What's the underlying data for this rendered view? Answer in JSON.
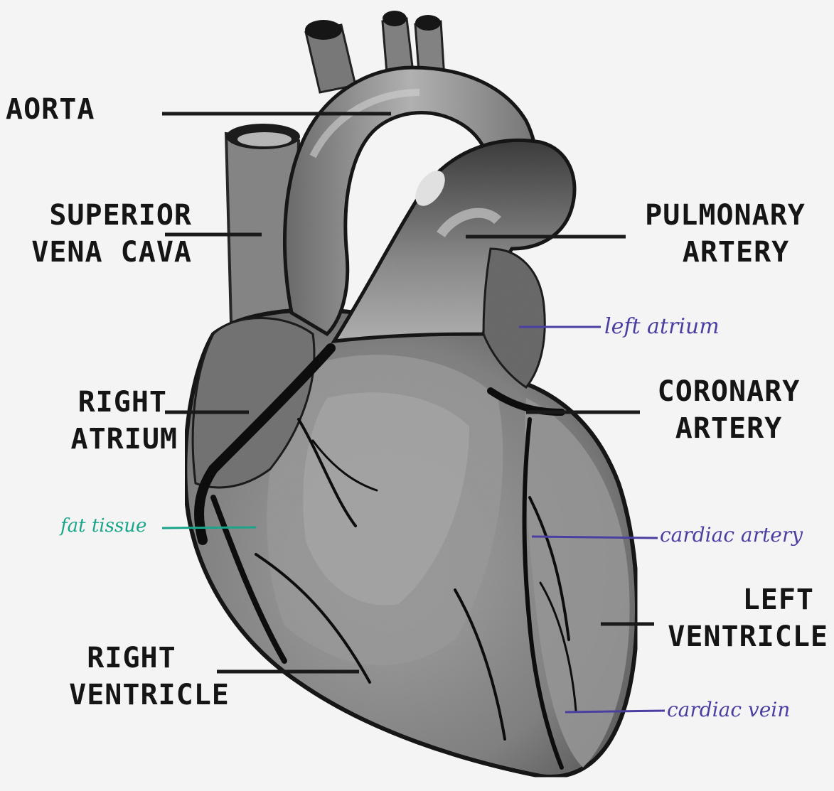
{
  "labels": {
    "aorta": "AORTA",
    "superior_vena_cava": [
      "SUPERIOR",
      "VENA CAVA"
    ],
    "pulmonary_artery": [
      "PULMONARY",
      "ARTERY"
    ],
    "right_atrium": [
      "RIGHT",
      "ATRIUM"
    ],
    "coronary_artery": [
      "CORONARY",
      "ARTERY"
    ],
    "left_ventricle": [
      "LEFT",
      "VENTRICLE"
    ],
    "right_ventricle": [
      "RIGHT",
      "VENTRICLE"
    ]
  },
  "handwritten": {
    "left_atrium": "left atrium",
    "fat_tissue": "fat tissue",
    "cardiac_artery": "cardiac artery",
    "cardiac_vein": "cardiac vein"
  },
  "colors": {
    "printed_label": "#151515",
    "leader_line": "#1a1a1a",
    "handwriting_purple": "#4a3fa0",
    "handwriting_green": "#1aa58a",
    "heart_fill": "#8c8c8c",
    "heart_highlight": "#c9c9c9",
    "heart_dark": "#2a2a2a"
  }
}
